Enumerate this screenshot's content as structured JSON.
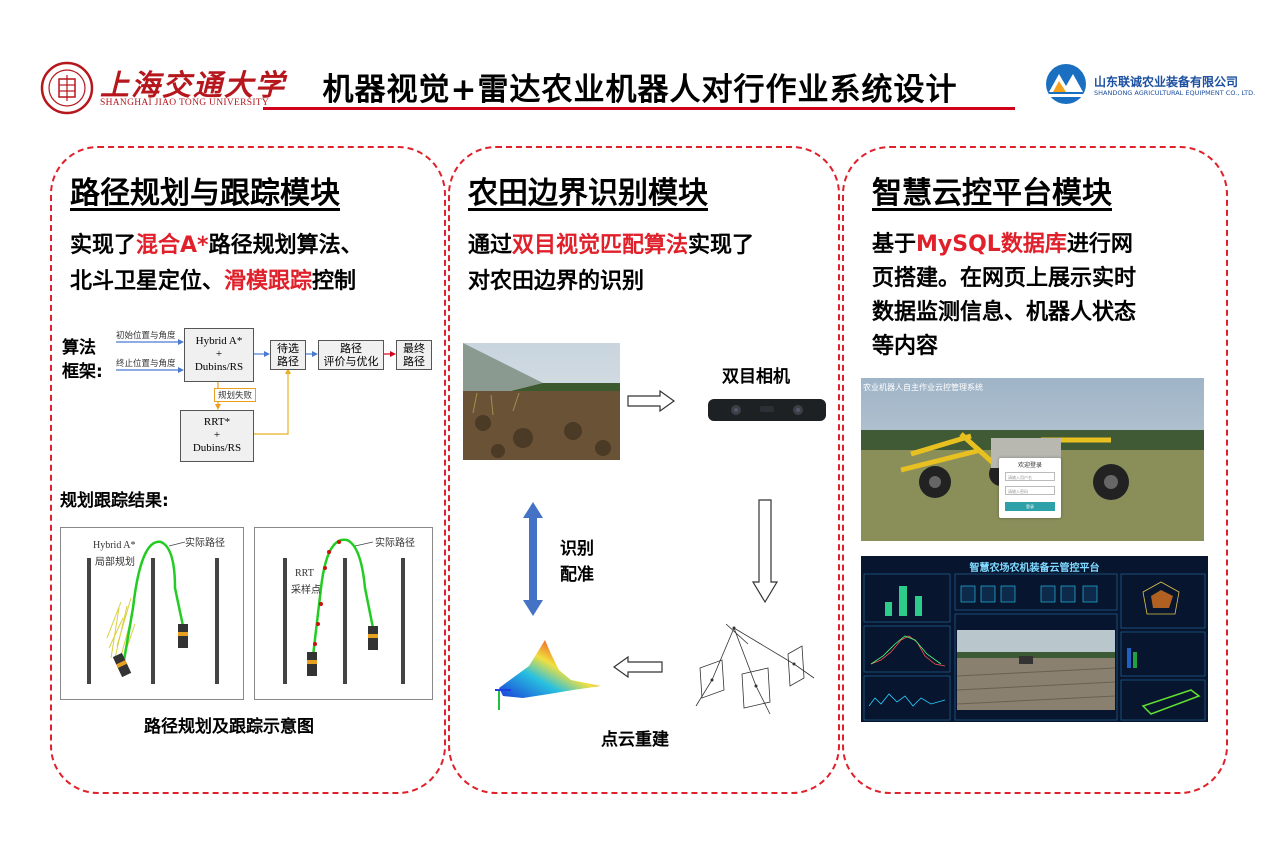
{
  "header": {
    "title": "机器视觉+雷达农业机器人对行作业系统设计",
    "university_cn": "上海交通大学",
    "university_en": "SHANGHAI JIAO TONG UNIVERSITY",
    "company_cn": "山东联诚农业装备有限公司",
    "company_en": "SHANDONG AGRICULTURAL EQUIPMENT CO., LTD."
  },
  "panel1": {
    "title": "路径规划与跟踪模块",
    "text_pre": "实现了",
    "text_red1": "混合A*",
    "text_mid1": "路径规划算法、",
    "text_mid2": "北斗卫星定位、",
    "text_red2": "滑模跟踪",
    "text_post": "控制",
    "framework_label1": "算法",
    "framework_label2": "框架:",
    "flow": {
      "input1": "初始位置与角度",
      "input2": "终止位置与角度",
      "hybrid_line1": "Hybrid A*",
      "hybrid_line2": "+",
      "hybrid_line3": "Dubins/RS",
      "plan_fail": "规划失败",
      "rrt_line1": "RRT*",
      "rrt_line2": "+",
      "rrt_line3": "Dubins/RS",
      "candidate_line1": "待选",
      "candidate_line2": "路径",
      "eval_line1": "路径",
      "eval_line2": "评价与优化",
      "final_line1": "最终",
      "final_line2": "路径"
    },
    "results_label": "规划跟踪结果:",
    "fig1_label_a": "Hybrid A*",
    "fig1_label_b": "局部规划",
    "fig1_actual": "实际路径",
    "fig2_label_a": "RRT",
    "fig2_label_b": "采样点",
    "fig2_actual": "实际路径",
    "caption": "路径规划及跟踪示意图"
  },
  "panel2": {
    "title": "农田边界识别模块",
    "text_pre": "通过",
    "text_red": "双目视觉匹配算法",
    "text_post": "实现了",
    "text_line2": "对农田边界的识别",
    "camera_label": "双目相机",
    "register_line1": "识别",
    "register_line2": "配准",
    "pointcloud_label": "点云重建"
  },
  "panel3": {
    "title": "智慧云控平台模块",
    "text_pre": "基于",
    "text_red": "MySQL数据库",
    "text_post": "进行网",
    "text_line2": "页搭建。在网页上展示实时",
    "text_line3": "数据监测信息、机器人状态",
    "text_line4": "等内容",
    "login_header": "农业机器人自主作业云控管理系统",
    "login_title": "欢迎登录",
    "login_user": "请输入用户名",
    "login_pass": "请输入密码",
    "login_button": "登录",
    "dashboard_title": "智慧农场农机装备云管控平台"
  }
}
